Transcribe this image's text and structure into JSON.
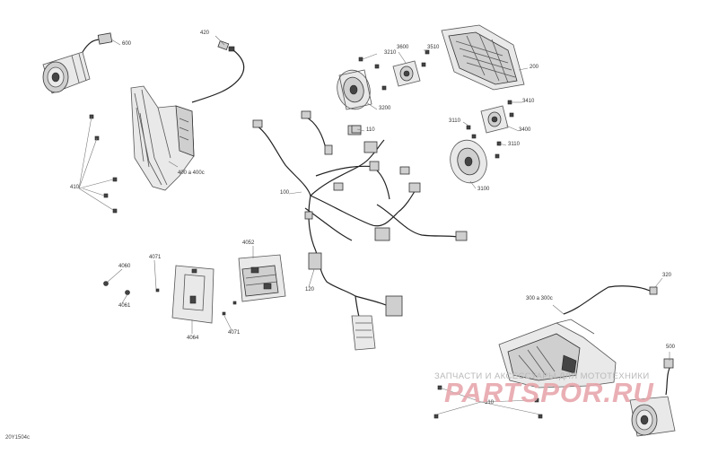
{
  "diagram": {
    "code": "20Y1504c",
    "labels": {
      "p600": "600",
      "p420": "420",
      "p3210": "3210",
      "p3600": "3600",
      "p3510": "3510",
      "p200": "200",
      "p3410": "3410",
      "p3200": "3200",
      "p3110a": "3110",
      "p3400": "3400",
      "p110": "110",
      "p3110b": "3110",
      "p3100": "3100",
      "p410": "410",
      "p400": "400 a 400c",
      "p100": "100",
      "p4052": "4052",
      "p4060": "4060",
      "p4071a": "4071",
      "p4061": "4061",
      "p120": "120",
      "p4064": "4064",
      "p4071b": "4071",
      "p320": "320",
      "p300": "300 a 300c",
      "p500": "500",
      "p310": "310"
    }
  },
  "watermark": {
    "text": "ЗАПЧАСТИ И АКСЕССУАРЫ ДЛЯ МОТОТЕХНИКИ",
    "logo": "PARTSPOR.RU",
    "color": "#e7a7ac"
  }
}
